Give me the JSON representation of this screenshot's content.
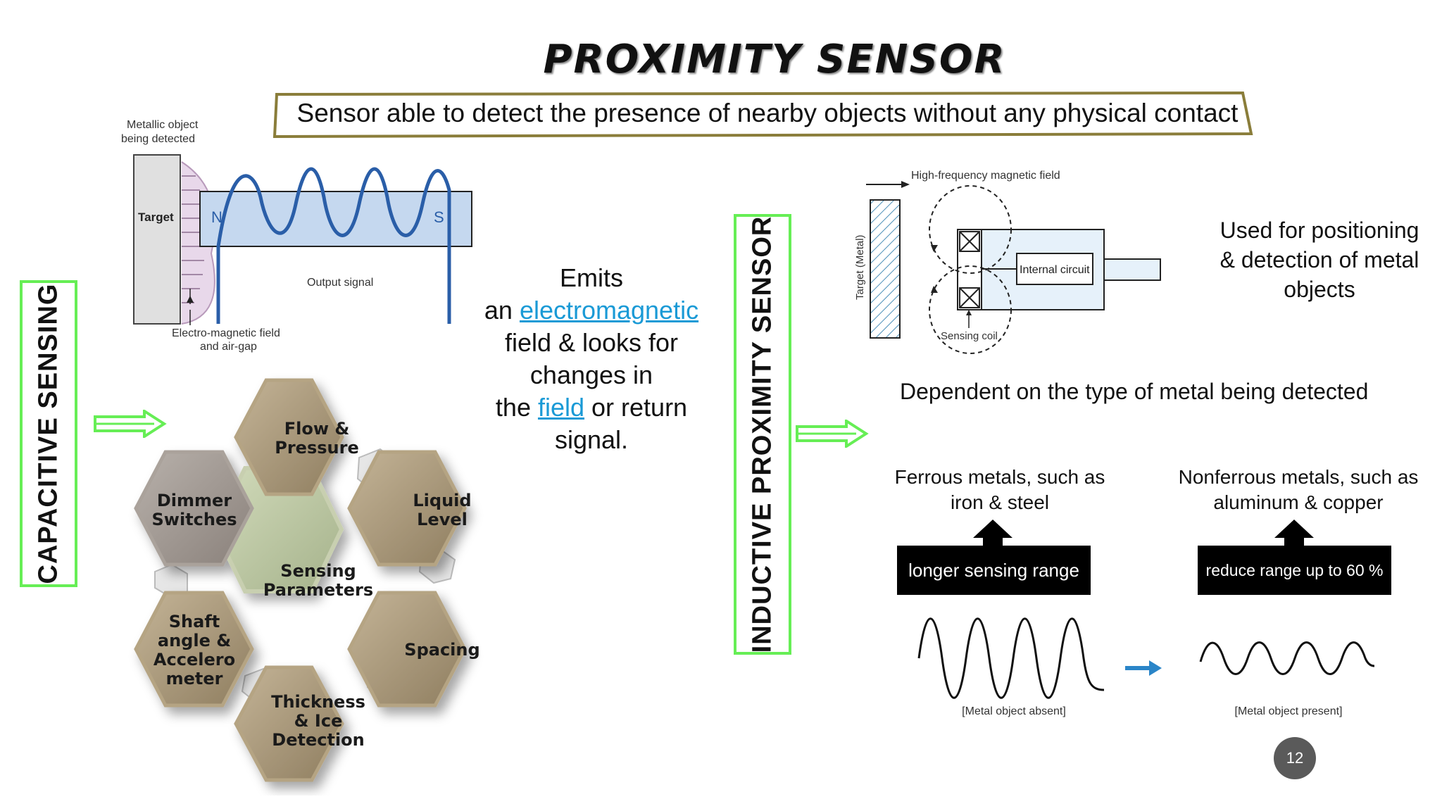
{
  "slide": {
    "title": "PROXIMITY SENSOR",
    "subtitle": "Sensor able to detect the presence of nearby objects without any physical contact",
    "page_number": "12"
  },
  "capacitive": {
    "label": "CAPACITIVE SENSING",
    "diagram": {
      "metallic_object_line1": "Metallic object",
      "metallic_object_line2": "being detected",
      "target": "Target",
      "pole_n": "N",
      "pole_s": "S",
      "output_signal": "Output signal",
      "field_line1": "Electro-magnetic field",
      "field_line2": "and air-gap"
    },
    "emits": {
      "line1": "Emits",
      "line2_pre": "an ",
      "line2_link": "electromagnetic",
      "line3": "field & looks for",
      "line4": "changes in",
      "line5_pre": "the ",
      "line5_link": "field",
      "line5_post": " or return",
      "line6": "signal."
    },
    "hexagons": {
      "center": [
        "Sensing",
        "Parameters"
      ],
      "top": [
        "Flow &",
        "Pressure"
      ],
      "left_top": [
        "Dimmer",
        "Switches"
      ],
      "right_top": [
        "Liquid",
        "Level"
      ],
      "left_bottom": [
        "Shaft",
        "angle &",
        "Accelero",
        "meter"
      ],
      "right_bottom": [
        "Spacing"
      ],
      "bottom": [
        "Thickness",
        "& Ice",
        "Detection"
      ]
    }
  },
  "inductive": {
    "label": "INDUCTIVE PROXIMITY SENSOR",
    "diagram": {
      "hf_field": "High-frequency magnetic field",
      "target_metal": "Target (Metal)",
      "internal_circuit": "Internal circuit",
      "sensing_coil": "Sensing coil"
    },
    "used_for": [
      "Used for positioning",
      "& detection of metal",
      "objects"
    ],
    "dependent": "Dependent on the type of metal being detected",
    "ferrous": [
      "Ferrous metals, such as",
      "iron &  steel"
    ],
    "nonferrous": [
      "Nonferrous metals, such as",
      "aluminum & copper"
    ],
    "longer_range": "longer sensing range",
    "reduce_range": "reduce range up to 60 %",
    "absent_caption": "[Metal object absent]",
    "present_caption": "[Metal object present]"
  },
  "colors": {
    "label_border": "#66ee55",
    "link": "#1a9ad6",
    "hex_brown": "#a89677",
    "hex_gray": "#9e9590",
    "hex_green": "#b9c4a0",
    "coil_blue": "#2a5ea8"
  }
}
